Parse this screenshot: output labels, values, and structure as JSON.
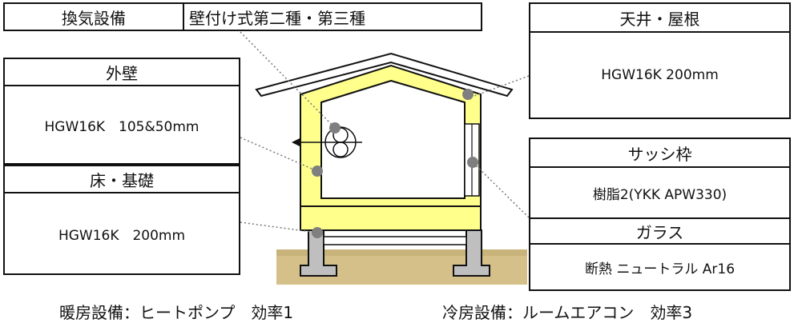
{
  "ventilation": {
    "label": "換気設備",
    "value": "壁付け式第二種・第三種"
  },
  "ceiling_roof": {
    "label": "天井・屋根",
    "value": "HGW16K 200mm"
  },
  "outer_wall": {
    "label": "外壁",
    "value": "HGW16K　105&50mm"
  },
  "floor_foundation": {
    "label": "床・基礎",
    "value": "HGW16K　200mm"
  },
  "sash_frame": {
    "label": "サッシ枠",
    "value": "樹脂2(YKK APW330)"
  },
  "glass": {
    "label": "ガラス",
    "value": "断熱 ニュートラル Ar16"
  },
  "heating": "暖房設備：ヒートポンプ　効率1",
  "cooling": "冷房設備：ルームエアコン　効率3",
  "colors": {
    "insulation": "#ffff8c",
    "ground": "#d4c088",
    "foundation": "#bfbfbf",
    "marker": "#7f7f7f"
  }
}
